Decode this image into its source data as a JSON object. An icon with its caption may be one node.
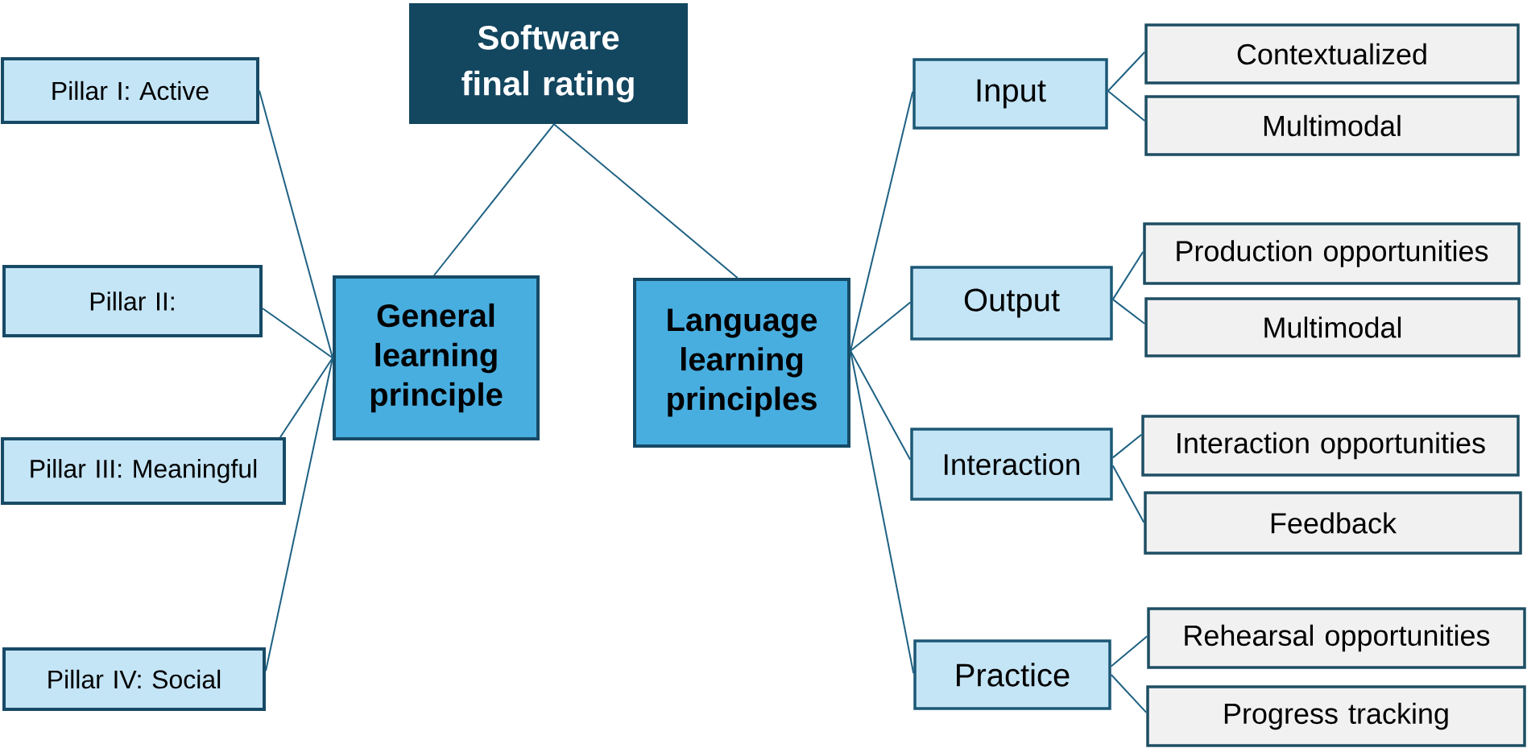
{
  "diagram": {
    "nodes": [
      {
        "text": [
          "Software final rating"
        ]
      },
      {
        "text": [
          "General learning principle"
        ]
      },
      {
        "text": [
          "Language learning principles"
        ]
      },
      {
        "text": [
          "Pillar I: Active"
        ]
      },
      {
        "text": [
          "Pillar II:"
        ]
      },
      {
        "text": [
          "Pillar III: Meaningful"
        ]
      },
      {
        "text": [
          "Pillar IV: Social"
        ]
      },
      {
        "text": [
          "Input"
        ]
      },
      {
        "text": [
          "Contextualized"
        ]
      },
      {
        "text": [
          "Multimodal"
        ]
      },
      {
        "text": [
          "Output"
        ]
      },
      {
        "text": [
          "Production opportunities"
        ]
      },
      {
        "text": [
          "Multimodal"
        ]
      },
      {
        "text": [
          "Interaction"
        ]
      },
      {
        "text": [
          "Interaction opportunities"
        ]
      },
      {
        "text": [
          "Feedback"
        ]
      },
      {
        "text": [
          "Practice"
        ]
      },
      {
        "text": [
          "Rehearsal opportunities"
        ]
      },
      {
        "text": [
          "Progress tracking"
        ]
      }
    ],
    "edges": [
      {
        "from": 0,
        "to": 1,
        "arrow": "none"
      },
      {
        "from": 0,
        "to": 2,
        "arrow": "none"
      },
      {
        "from": 1,
        "to": 3,
        "arrow": "none"
      },
      {
        "from": 1,
        "to": 4,
        "arrow": "none"
      },
      {
        "from": 1,
        "to": 5,
        "arrow": "none"
      },
      {
        "from": 1,
        "to": 6,
        "arrow": "none"
      },
      {
        "from": 2,
        "to": 7,
        "arrow": "none"
      },
      {
        "from": 2,
        "to": 10,
        "arrow": "none"
      },
      {
        "from": 2,
        "to": 13,
        "arrow": "none"
      },
      {
        "from": 2,
        "to": 16,
        "arrow": "none"
      },
      {
        "from": 7,
        "to": 8,
        "arrow": "none"
      },
      {
        "from": 7,
        "to": 9,
        "arrow": "none"
      },
      {
        "from": 10,
        "to": 11,
        "arrow": "none"
      },
      {
        "from": 10,
        "to": 12,
        "arrow": "none"
      },
      {
        "from": 13,
        "to": 14,
        "arrow": "none"
      },
      {
        "from": 13,
        "to": 15,
        "arrow": "none"
      },
      {
        "from": 16,
        "to": 17,
        "arrow": "none"
      },
      {
        "from": 16,
        "to": 18,
        "arrow": "none"
      }
    ]
  }
}
